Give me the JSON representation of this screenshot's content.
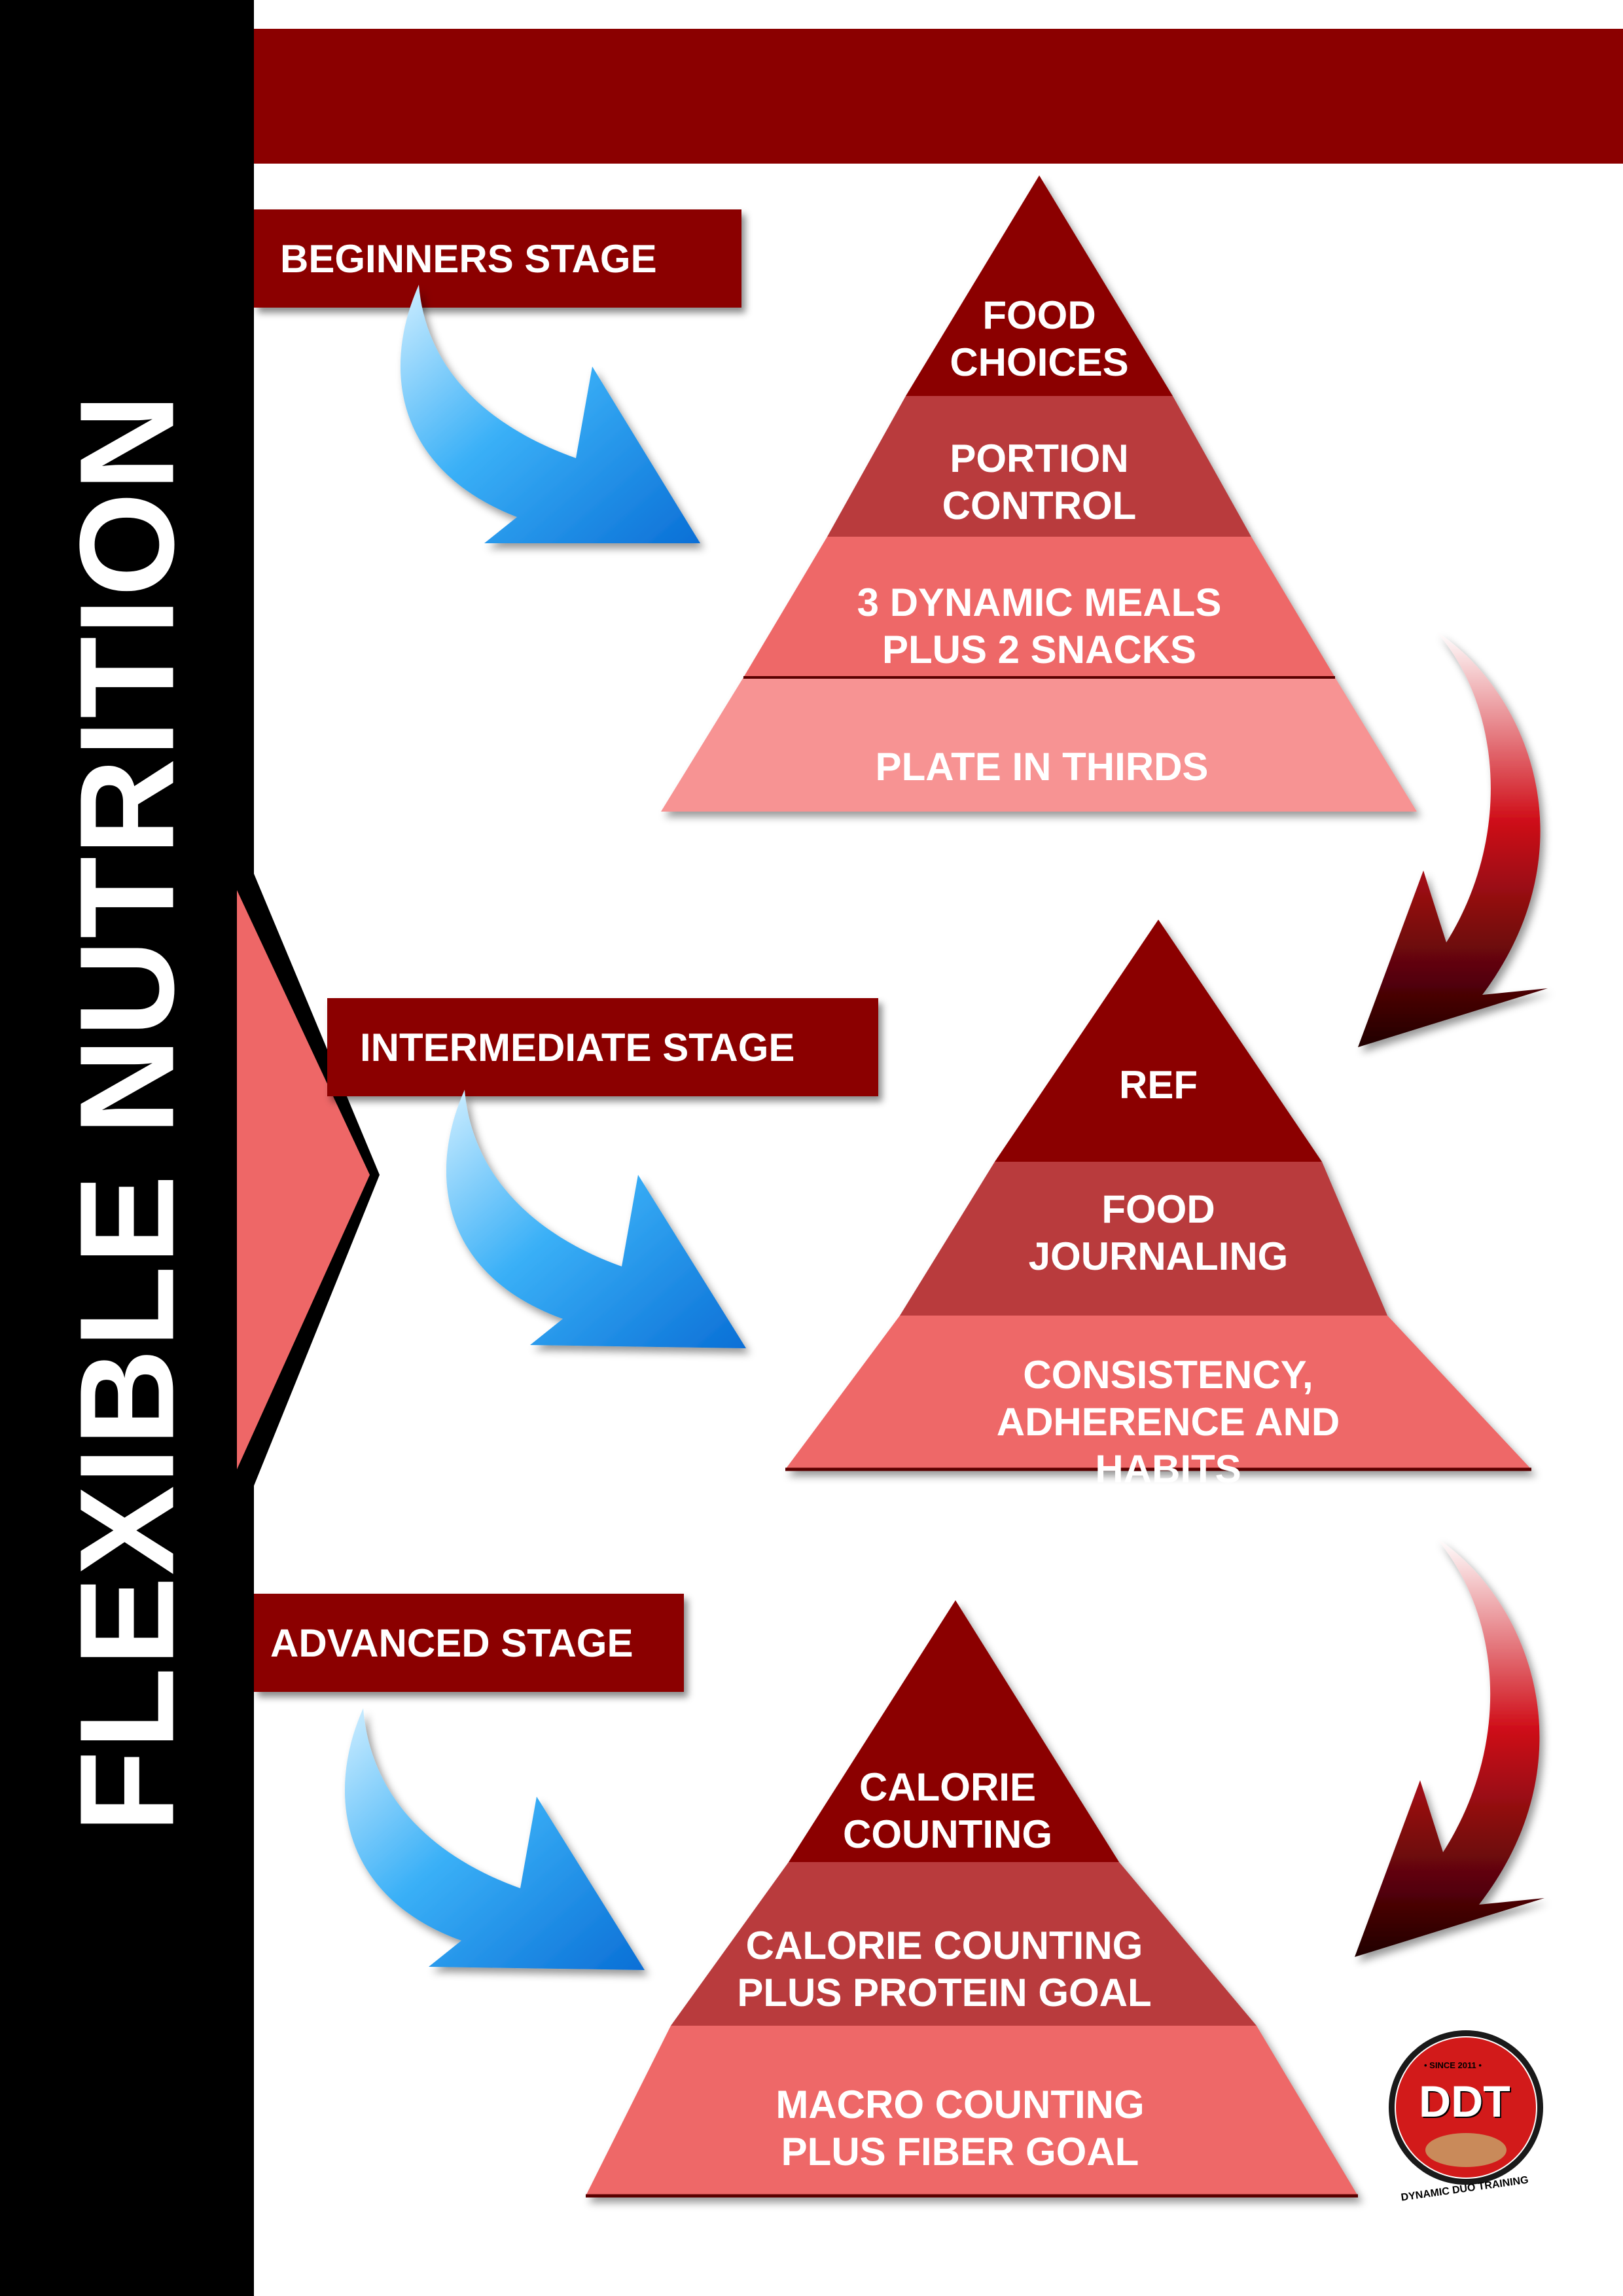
{
  "sidebar": {
    "title": "FLEXIBLE NUTRITION"
  },
  "stages": [
    {
      "label": "BEGINNERS STAGE",
      "layers": [
        "FOOD\nCHOICES",
        "PORTION\nCONTROL",
        "3 DYNAMIC MEALS\nPLUS 2 SNACKS",
        "PLATE IN THIRDS"
      ]
    },
    {
      "label": "INTERMEDIATE STAGE",
      "layers": [
        "REF",
        "FOOD\nJOURNALING",
        "CONSISTENCY,\nADHERENCE AND HABITS"
      ]
    },
    {
      "label": "ADVANCED STAGE",
      "layers": [
        "CALORIE\nCOUNTING",
        "CALORIE COUNTING\nPLUS PROTEIN GOAL",
        "MACRO COUNTING\nPLUS FIBER GOAL"
      ]
    }
  ],
  "logo": {
    "initials": "DDT",
    "since": "• SINCE 2011 •",
    "name": "DYNAMIC DUO TRAINING"
  },
  "colors": {
    "dark_red": "#8b0000",
    "mid_red": "#b93a3d",
    "light_red": "#ee6767",
    "pale_red": "#f79393",
    "arrow_blue": "#2a9df4"
  }
}
